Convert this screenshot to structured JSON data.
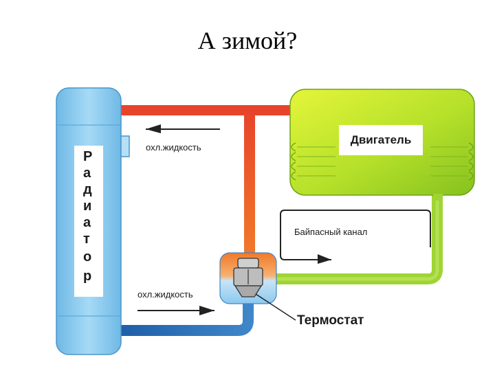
{
  "slide": {
    "title": "А зимой?"
  },
  "diagram": {
    "radiator_letters": [
      "Р",
      "а",
      "д",
      "и",
      "а",
      "т",
      "о",
      "р"
    ],
    "engine_label": "Двигатель",
    "coolant_top_label": "охл.жидкость",
    "coolant_bottom_label": "охл.жидкость",
    "bypass_label": "Байпасный канал",
    "thermostat_label": "Термостат"
  },
  "colors": {
    "radiator": "#8ccbef",
    "engine": "#a6d72b",
    "hot_pipe": "#e8442b",
    "cold_pipe": "#2a6fb8",
    "bypass_pipe": "#9fd433",
    "thermostat_top": "#f08a2e",
    "thermostat_bottom": "#8cc8ee"
  }
}
